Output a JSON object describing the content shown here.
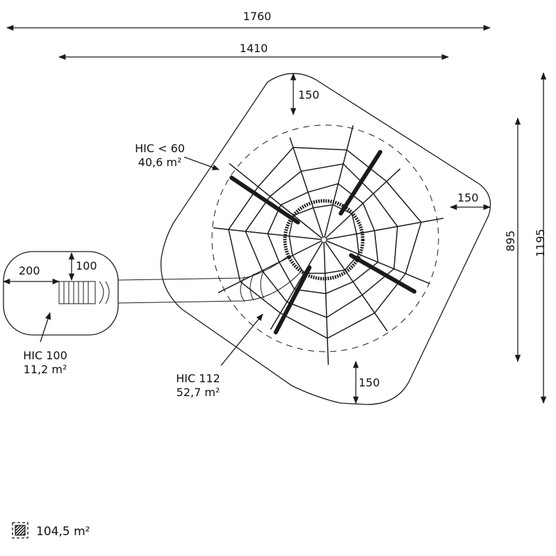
{
  "dimensions": {
    "total_length": "1760",
    "structure_length": "1410",
    "total_width": "1195",
    "structure_width": "895",
    "clearance_top": "150",
    "clearance_right": "150",
    "clearance_bottom": "150",
    "slide_clearance_left": "200",
    "slide_clearance_top": "100"
  },
  "zones": [
    {
      "hic": "HIC < 60",
      "area": "40,6 m²"
    },
    {
      "hic": "HIC 100",
      "area": "11,2 m²"
    },
    {
      "hic": "HIC 112",
      "area": "52,7 m²"
    }
  ],
  "legend": {
    "icon": "hatched-area-icon",
    "total_area": "104,5 m²"
  },
  "colors": {
    "line": "#1a1a1a",
    "background": "#ffffff"
  }
}
